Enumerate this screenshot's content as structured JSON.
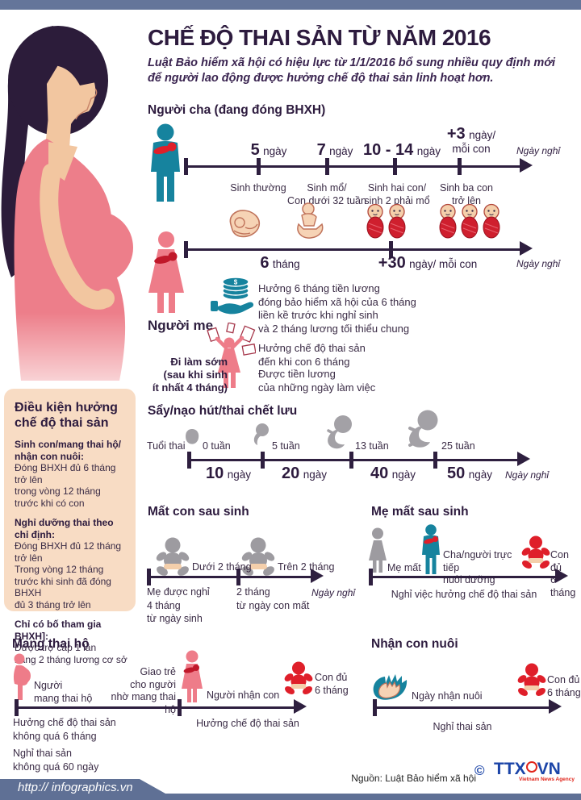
{
  "colors": {
    "teal": "#16839e",
    "pink": "#ee7c89",
    "red": "#df1f2a",
    "dark_purple": "#2e1f3f",
    "topbar": "#64759a",
    "panel_bg": "#f8dcc4",
    "skin": "#f4cfab",
    "gray": "#9d9ba0"
  },
  "header": {
    "title": "CHẾ ĐỘ THAI SẢN TỪ NĂM 2016",
    "subtitle": "Luật Bảo hiểm xã hội có hiệu lực từ 1/1/2016 bổ sung nhiều quy định mới\nđể người lao động được hưởng chế độ thai sản linh hoạt hơn."
  },
  "father": {
    "heading": "Người cha (đang đóng BHXH)",
    "rest_label": "Ngày nghỉ",
    "ticks": [
      {
        "num": "5",
        "unit": "ngày",
        "case": "Sinh thường"
      },
      {
        "num": "7",
        "unit": "ngày",
        "case": "Sinh mổ/\nCon dưới 32 tuần"
      },
      {
        "num": "10 - 14",
        "unit": "ngày",
        "case": "Sinh hai con/\nsinh 2 phải mổ"
      },
      {
        "num": "+3",
        "unit": "ngày/",
        "unit2": "mỗi con",
        "case": "Sinh ba con\ntrở lên"
      }
    ]
  },
  "mother": {
    "heading": "Người mẹ",
    "rest_label": "Ngày nghỉ",
    "segments": [
      {
        "num": "6",
        "unit": "tháng"
      },
      {
        "num": "+30",
        "unit": "ngày/ mỗi con"
      }
    ],
    "salary_note": "Hưởng 6 tháng tiền lương\nđóng bảo hiểm xã hội của 6 tháng\nliền kề trước khi nghỉ sinh\nvà 2 tháng lương tối thiểu chung",
    "early_work_label": "Đi làm sớm\n(sau khi sinh\nít nhất 4 tháng)",
    "early_note1": "Hưởng chế độ thai sản\nđến khi con 6 tháng",
    "early_note2": "Được tiền lương\ncủa những ngày làm việc"
  },
  "conditions": {
    "title": "Điều kiện hưởng\nchế độ thai sản",
    "items": [
      {
        "head": "Sinh con/mang thai hộ/\nnhận con nuôi:",
        "body": "Đóng BHXH đủ 6 tháng trở lên\ntrong vòng 12 tháng\ntrước khi có con"
      },
      {
        "head": "Nghỉ dưỡng thai theo chỉ định:",
        "body": "Đóng BHXH đủ 12 tháng trở lên\nTrong vòng 12 tháng\ntrước khi sinh đã đóng BHXH\nđủ 3 tháng trở lên"
      },
      {
        "head": "Chỉ có bố tham gia BHXH]:",
        "body": "Được trợ cấp 1 lần\nbằng 2 tháng lương cơ sở"
      }
    ]
  },
  "miscarriage": {
    "heading": "Sẩy/nạo hút/thai chết lưu",
    "age_label": "Tuổi thai",
    "rest_label": "Ngày nghỉ",
    "stages": [
      {
        "week": "0 tuần",
        "num": "10",
        "unit": "ngày"
      },
      {
        "week": "5 tuần",
        "num": "20",
        "unit": "ngày"
      },
      {
        "week": "13 tuần",
        "num": "40",
        "unit": "ngày"
      },
      {
        "week": "25 tuần",
        "num": "50",
        "unit": "ngày"
      }
    ]
  },
  "lost_child": {
    "heading": "Mất con sau sinh",
    "rest_label": "Ngày nghỉ",
    "cases": [
      {
        "label": "Dưới 2 tháng",
        "note": "Mẹ được nghỉ\n4 tháng\ntừ ngày sinh"
      },
      {
        "label": "Trên 2 tháng",
        "note": "2 tháng\ntừ ngày con mất"
      }
    ]
  },
  "mother_dies": {
    "heading": "Mẹ mất sau sinh",
    "mother_label": "Mẹ mất",
    "father_label": "Cha/người trực tiếp\nnuôi dưỡng",
    "baby_label": "Con đủ\n6 tháng",
    "note": "Nghỉ việc hưởng chế độ thai sản"
  },
  "surrogacy": {
    "heading": "Mang thai hộ",
    "carrier_label": "Người\nmang thai hộ",
    "handover_label": "Giao trẻ\ncho người\nnhờ mang thai hộ",
    "receiver_label": "Người nhận con",
    "baby_label": "Con đủ\n6 tháng",
    "carrier_note1": "Hưởng chế độ thai sản\nkhông quá 6 tháng",
    "carrier_note2": "Nghỉ thai sản\nkhông quá 60 ngày",
    "receiver_note": "Hưởng chế độ thai sản"
  },
  "adoption": {
    "heading": "Nhận con nuôi",
    "start_label": "Ngày nhận nuôi",
    "baby_label": "Con đủ\n6 tháng",
    "note": "Nghỉ thai sản"
  },
  "footer": {
    "url": "http:// infographics.vn",
    "source": "Nguồn: Luật Bảo hiểm xã hội",
    "copyright": "©",
    "logo_text": "TTX",
    "logo_text2": "VN",
    "logo_sub": "Vietnam News Agency"
  }
}
